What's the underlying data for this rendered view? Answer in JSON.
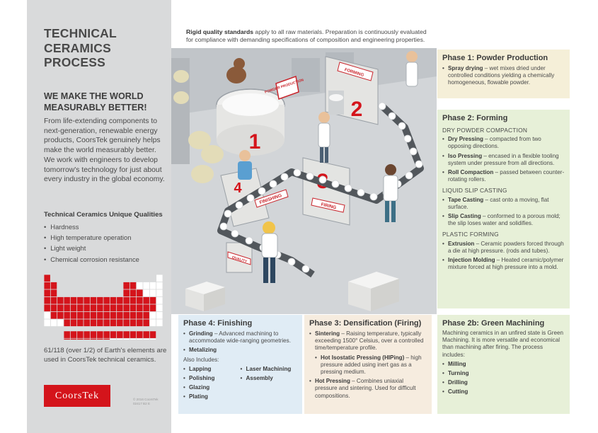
{
  "sidebar": {
    "title": "TECHNICAL CERAMICS PROCESS",
    "tagline": "WE MAKE THE WORLD MEASURABLY BETTER!",
    "intro": "From life-extending components to next-generation, renewable energy products, CoorsTek genuinely helps make the world measurably better. We work with engineers to develop tomorrow's technology for just about every industry in the global economy.",
    "qualities_title": "Technical Ceramics Unique Qualities",
    "qualities": [
      "Hardness",
      "High temperature operation",
      "Light weight",
      "Chemical corrosion resistance"
    ],
    "periodic_note": "61/118 (over 1/2) of Earth's elements are used in CoorsTek technical ceramics.",
    "logo": "CoorsTek",
    "copyright": "© 2016 CoorsTek 02417 B2 E"
  },
  "intro_note": {
    "bold": "Rigid quality standards",
    "text": " apply to all raw materials. Preparation is continuously evaluated for compliance with demanding specifications of composition and engineering properties."
  },
  "illustration": {
    "signs": {
      "powder": "POWDER PRODUCTION",
      "forming": "FORMING",
      "firing": "FIRING",
      "finishing": "FINISHING",
      "quality": "QUALITY"
    },
    "numbers": {
      "n1": "1",
      "n2": "2",
      "n3": "3",
      "n4": "4"
    }
  },
  "phase1": {
    "title": "Phase 1: Powder Production",
    "items": [
      {
        "term": "Spray drying",
        "desc": " – wet mixes dried under controlled conditions yielding a chemically homogeneous, flowable powder."
      }
    ]
  },
  "phase2": {
    "title": "Phase 2: Forming",
    "dry_heading": "DRY POWDER COMPACTION",
    "dry": [
      {
        "term": "Dry Pressing",
        "desc": " – compacted from two opposing directions."
      },
      {
        "term": "Iso Pressing",
        "desc": " – encased in a flexible tooling system under pressure from all directions."
      },
      {
        "term": "Roll Compaction",
        "desc": " – passed between counter-rotating rollers."
      }
    ],
    "slip_heading": "LIQUID SLIP CASTING",
    "slip": [
      {
        "term": "Tape Casting",
        "desc": " – cast onto a moving, flat surface."
      },
      {
        "term": "Slip Casting",
        "desc": " – conformed to a porous mold; the slip loses water and solidifies."
      }
    ],
    "plastic_heading": "PLASTIC FORMING",
    "plastic": [
      {
        "term": "Extrusion",
        "desc": " – Ceramic powders forced through a die at high pressure. (rods and tubes)."
      },
      {
        "term": "Injection Molding",
        "desc": " – Heated ceramic/polymer mixture forced at high pressure into a mold."
      }
    ]
  },
  "phase4": {
    "title": "Phase 4: Finishing",
    "grinding": {
      "term": "Grinding",
      "desc": " – Advanced machining to accommodate wide-ranging geometries."
    },
    "metalizing": "Metalizing",
    "also": "Also Includes:",
    "col1": [
      "Lapping",
      "Polishing",
      "Glazing",
      "Plating"
    ],
    "col2": [
      "Laser Machining",
      "Assembly"
    ]
  },
  "phase3": {
    "title": "Phase 3: Densification (Firing)",
    "sintering": {
      "term": "Sintering",
      "desc": " – Raising temperature, typically exceeding 1500° Celsius, over a controlled time/temperature profile."
    },
    "hip": {
      "term": "Hot Isostatic Pressing (HIPing)",
      "desc": " – high pressure added using inert gas as a pressing medium."
    },
    "hot": {
      "term": "Hot Pressing",
      "desc": " – Combines uniaxial pressure and sintering. Used for difficult compositions."
    }
  },
  "phase2b": {
    "title": "Phase 2b: Green Machining",
    "desc": "Machining ceramics in an unfired state is Green Machining. It is more versatile and economical than machining after firing. The process includes:",
    "items": [
      "Milling",
      "Turning",
      "Drilling",
      "Cutting"
    ]
  },
  "colors": {
    "accent": "#d4141b",
    "sidebar": "#d9dadb"
  }
}
